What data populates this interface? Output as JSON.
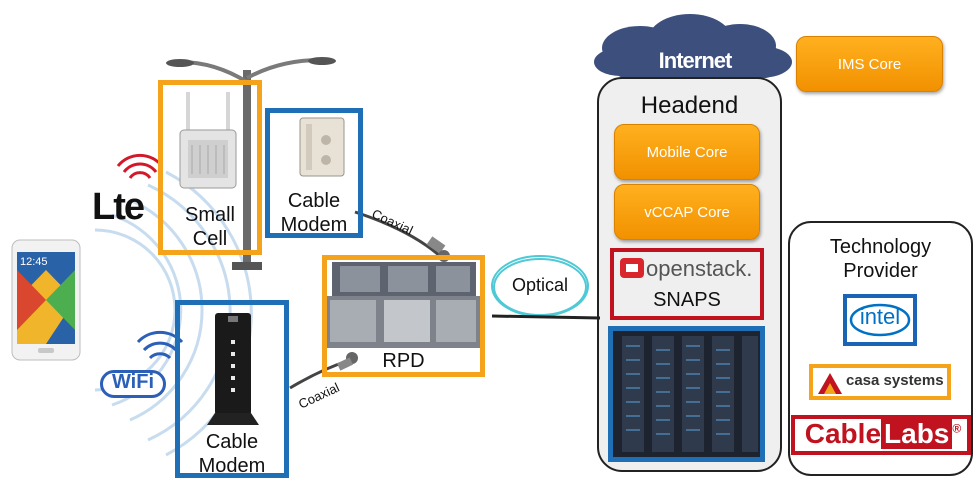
{
  "internet": {
    "label": "Internet"
  },
  "ims_core": {
    "label": "IMS Core"
  },
  "headend": {
    "title": "Headend",
    "mobile_core": "Mobile Core",
    "vccap_core": "vCCAP Core",
    "openstack_logo": "openstack.",
    "snaps": "SNAPS"
  },
  "tech_provider": {
    "title_line1": "Technology",
    "title_line2": "Provider",
    "logos": {
      "intel": "intel",
      "casa": "casa systems",
      "cablelabs_a": "Cable",
      "cablelabs_b": "Labs",
      "cablelabs_reg": "®"
    }
  },
  "small_cell": {
    "line1": "Small",
    "line2": "Cell"
  },
  "cable_modem_top": {
    "line1": "Cable",
    "line2": "Modem"
  },
  "cable_modem_bottom": {
    "line1": "Cable",
    "line2": "Modem"
  },
  "rpd": {
    "label": "RPD"
  },
  "optical": {
    "label": "Optical"
  },
  "coaxial_top": {
    "label": "Coaxial"
  },
  "coaxial_bottom": {
    "label": "Coaxial"
  },
  "lte_logo": {
    "label": "Lte"
  },
  "wifi_logo": {
    "label": "WiFi"
  },
  "phone": {
    "time": "12:45"
  },
  "colors": {
    "orange": "#f5a31a",
    "blue": "#1f6fb7",
    "red": "#c0131f",
    "pill": "#f7a10d",
    "cloud": "#3d4f7d"
  }
}
